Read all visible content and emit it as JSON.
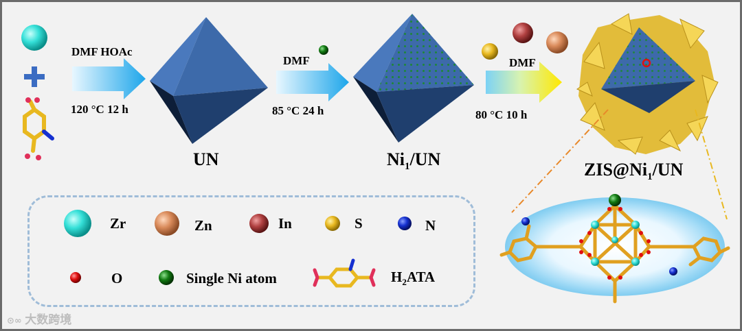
{
  "steps": [
    {
      "solvents": "DMF  HOAc",
      "conditions": "120 °C 12 h"
    },
    {
      "solvent": "DMF",
      "conditions": "85 °C  24 h"
    },
    {
      "solvent": "DMF",
      "conditions": "80 °C  10 h"
    }
  ],
  "products": {
    "un": "UN",
    "ni_un": {
      "pre": "Ni",
      "sub": "1",
      "post": "/UN"
    },
    "zis": {
      "pre": "ZIS@Ni",
      "sub": "1",
      "post": "/UN"
    }
  },
  "legend": {
    "zr": "Zr",
    "zn": "Zn",
    "in": "In",
    "s": "S",
    "n": "N",
    "o": "O",
    "ni": "Single Ni atom",
    "h2ata": {
      "pre": "H",
      "sub": "2",
      "post": "ATA"
    }
  },
  "colors": {
    "zr": "#35e0d8",
    "zn": "#d98a5a",
    "in": "#b04040",
    "s": "#e8b820",
    "n": "#1530d0",
    "o": "#e01010",
    "ni": "#127a12",
    "octahedron": "#3a67a8",
    "arrow": "#2bb5ef",
    "zis_sheets": "#e8c43a"
  },
  "watermark": "大数跨境"
}
